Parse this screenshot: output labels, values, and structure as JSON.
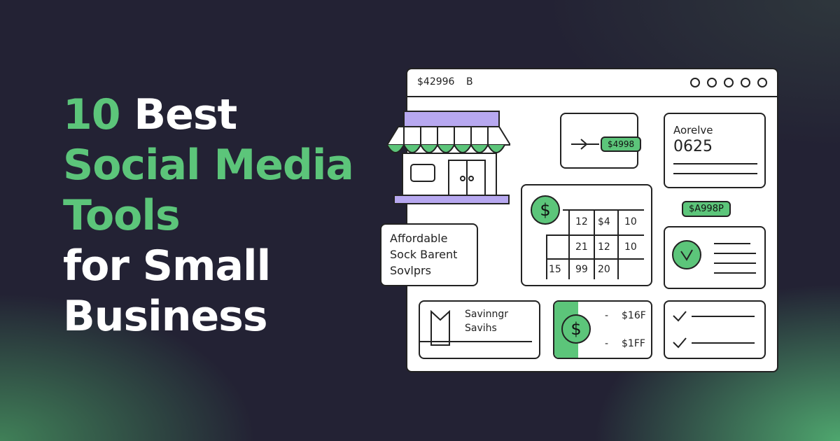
{
  "headline": {
    "line1_num": "10",
    "line1_word": "Best",
    "line2": "Social Media",
    "line3": "Tools",
    "line4": "for Small",
    "line5": "Business"
  },
  "colors": {
    "accent": "#5cc57a",
    "lavender": "#b7a8f0",
    "background": "#232234"
  },
  "window": {
    "title": "$42996",
    "title_b": "B",
    "top_pill": "$4998",
    "card_label": "Aorelve",
    "card_value": "0625",
    "mid_pill": "$A998P",
    "side_label_lines": [
      "Affordable",
      "Sock Barent",
      "Sovlprs"
    ],
    "grid_cells": [
      [
        "12",
        "$4",
        "10"
      ],
      [
        "21",
        "12",
        "10"
      ],
      [
        "15",
        "99",
        "20"
      ]
    ],
    "savings_lines": [
      "Savinngr",
      "Savihs"
    ],
    "price_1": "$16F",
    "price_2": "$1FF",
    "dash_1": "-",
    "dash_2": "-"
  }
}
